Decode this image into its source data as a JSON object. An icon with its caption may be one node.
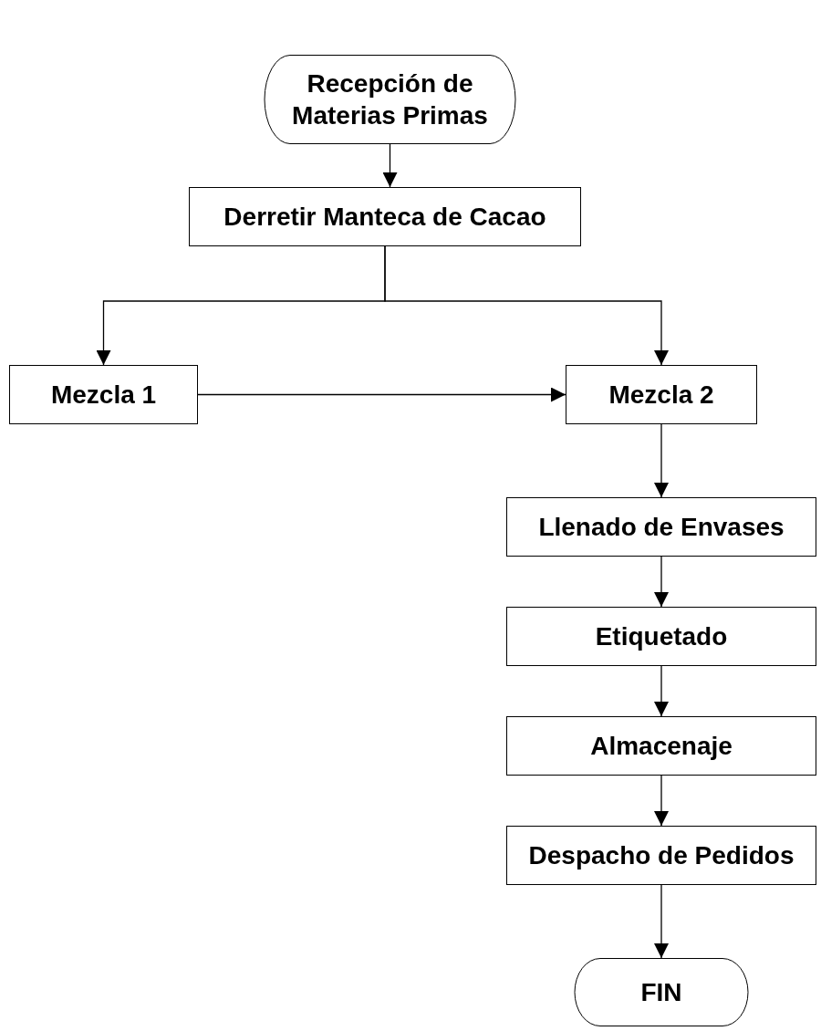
{
  "diagram": {
    "nodes": [
      {
        "text": [
          "Recepción de Materias Primas"
        ]
      },
      {
        "text": [
          "Derretir Manteca de Cacao"
        ]
      },
      {
        "text": [
          "Mezcla 1"
        ]
      },
      {
        "text": [
          "Mezcla 2"
        ]
      },
      {
        "text": [
          "Llenado de Envases"
        ]
      },
      {
        "text": [
          "Etiquetado"
        ]
      },
      {
        "text": [
          "Almacenaje"
        ]
      },
      {
        "text": [
          "Despacho de Pedidos"
        ]
      },
      {
        "text": [
          "FIN"
        ]
      }
    ],
    "edges": [
      {
        "from": 0,
        "to": 1,
        "arrow": "to"
      },
      {
        "from": 1,
        "to": 2,
        "arrow": "to"
      },
      {
        "from": 1,
        "to": 3,
        "arrow": "to"
      },
      {
        "from": 2,
        "to": 3,
        "arrow": "to"
      },
      {
        "from": 3,
        "to": 4,
        "arrow": "to"
      },
      {
        "from": 4,
        "to": 5,
        "arrow": "to"
      },
      {
        "from": 5,
        "to": 6,
        "arrow": "to"
      },
      {
        "from": 6,
        "to": 7,
        "arrow": "to"
      },
      {
        "from": 7,
        "to": 8,
        "arrow": "to"
      }
    ]
  }
}
